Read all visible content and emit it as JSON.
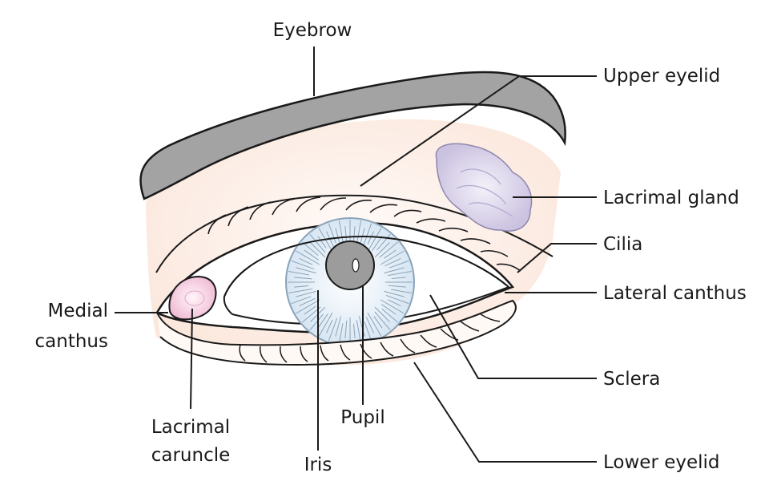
{
  "diagram": {
    "labels": {
      "eyebrow": "Eyebrow",
      "upper_eyelid": "Upper eyelid",
      "lacrimal_gland": "Lacrimal gland",
      "cilia": "Cilia",
      "lateral_canthus": "Lateral canthus",
      "sclera": "Sclera",
      "lower_eyelid": "Lower eyelid",
      "medial_canthus_line1": "Medial",
      "medial_canthus_line2": "canthus",
      "lacrimal_caruncle_line1": "Lacrimal",
      "lacrimal_caruncle_line2": "caruncle",
      "pupil": "Pupil",
      "iris": "Iris"
    },
    "colors": {
      "eyebrow": "#a3a3a3",
      "skin": "#fdf1ea",
      "iris": "#e3edf6",
      "iris_stroke": "#8aa3b8",
      "pupil": "#9c9c9c",
      "lacrimal_gland": "#dcd6ea",
      "caruncle": "#f6d2e3",
      "outline": "#1a1a1a"
    }
  }
}
